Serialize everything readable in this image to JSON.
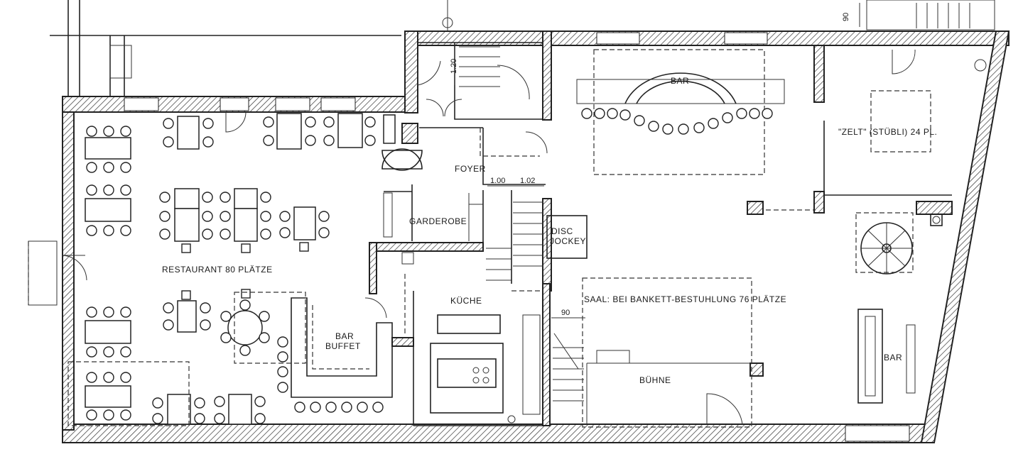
{
  "labels": {
    "restaurant": "RESTAURANT  80 PLÄTZE",
    "bar_buffet_1": "BAR",
    "bar_buffet_2": "BUFFET",
    "foyer": "FOYER",
    "garderobe": "GARDEROBE",
    "disc_jockey_1": "DISC",
    "disc_jockey_2": "JOCKEY",
    "kueche": "KÜCHE",
    "bar_top": "BAR",
    "zelt": "\"ZELT\" (STÜBLI) 24 PL.",
    "saal": "SAAL: BEI BANKETT-BESTUHLUNG  76 PLÄTZE",
    "buehne": "BÜHNE",
    "bar_right": "BAR"
  },
  "dimensions": {
    "d1": "1.20",
    "d2": "1.00",
    "d3": "1.02",
    "d4": "90",
    "d5": "90"
  }
}
